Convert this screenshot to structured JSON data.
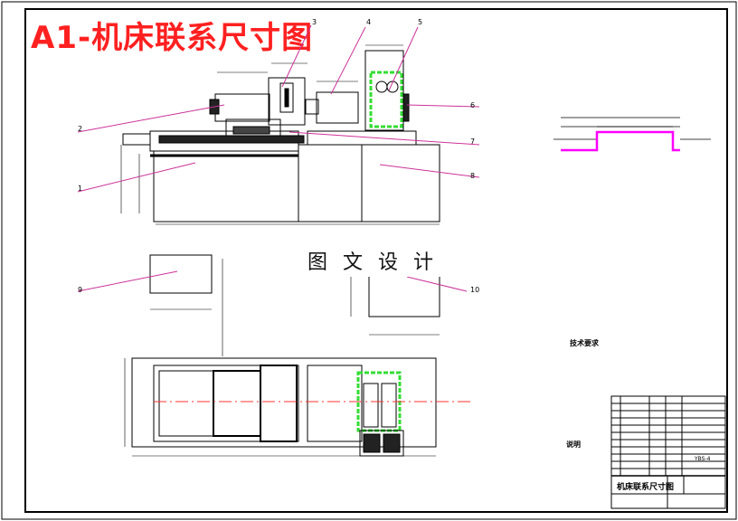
{
  "title": "A1-机床联系尺寸图",
  "watermark": "图 文 设 计",
  "callouts": [
    "1",
    "2",
    "3",
    "4",
    "5",
    "6",
    "7",
    "8",
    "9",
    "10"
  ],
  "side_notes": {
    "note_1": "技术要求",
    "note_2": "说明"
  },
  "title_block": {
    "drawing_name": "机床联系尺寸图",
    "part_no": "YBS-4"
  },
  "colors": {
    "title": "#ff2020",
    "callout_line": "#cc3399",
    "magenta": "#ff00ff",
    "green": "#33dd33",
    "centerline": "#ff3333"
  }
}
